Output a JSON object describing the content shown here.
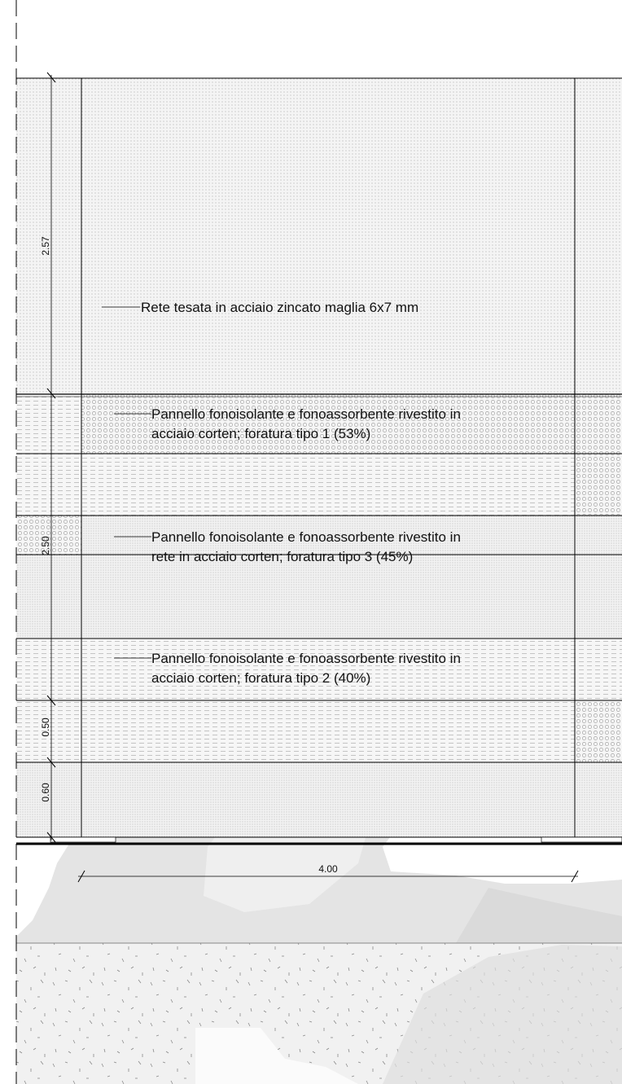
{
  "labels": {
    "rete": "Rete tesata in acciaio zincato maglia 6x7 mm",
    "panel1_line1": "Pannello fonoisolante e fonoassorbente rivestito in",
    "panel1_line2": "acciaio corten; foratura tipo 1 (53%)",
    "panel3_line1": "Pannello fonoisolante e fonoassorbente rivestito in",
    "panel3_line2": "rete in acciaio corten; foratura tipo 3 (45%)",
    "panel2_line1": "Pannello fonoisolante e fonoassorbente rivestito in",
    "panel2_line2": "acciaio corten; foratura tipo 2 (40%)"
  },
  "dimensions": {
    "net_height": "2.57",
    "panels_height": "2.50",
    "band_upper": "0.50",
    "band_lower": "0.60",
    "module_width": "4.00"
  }
}
